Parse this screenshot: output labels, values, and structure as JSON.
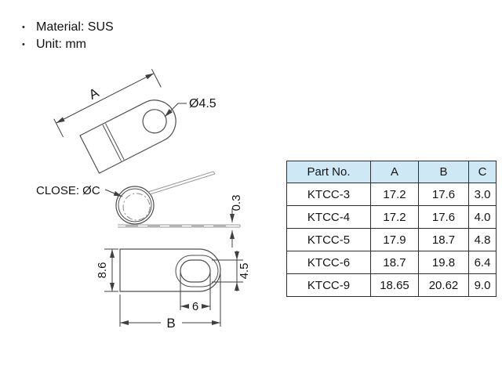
{
  "notes": {
    "bullet": "•",
    "material": "Material: SUS",
    "unit": "Unit: mm"
  },
  "drawing": {
    "top_view": {
      "length_label": "A",
      "hole_label": "Ø4.5"
    },
    "side_view": {
      "close_label": "CLOSE: ØC",
      "thickness_label": "0.3"
    },
    "plan_view": {
      "height_label": "8.6",
      "slot_height_label": "4.5",
      "slot_width_label": "6",
      "width_label": "B"
    }
  },
  "table": {
    "headers": [
      "Part No.",
      "A",
      "B",
      "C"
    ],
    "rows": [
      {
        "part": "KTCC-3",
        "a": "17.2",
        "b": "17.6",
        "c": "3.0"
      },
      {
        "part": "KTCC-4",
        "a": "17.2",
        "b": "17.6",
        "c": "4.0"
      },
      {
        "part": "KTCC-5",
        "a": "17.9",
        "b": "18.7",
        "c": "4.8"
      },
      {
        "part": "KTCC-6",
        "a": "18.7",
        "b": "19.8",
        "c": "6.4"
      },
      {
        "part": "KTCC-9",
        "a": "18.65",
        "b": "20.62",
        "c": "9.0"
      }
    ]
  },
  "colors": {
    "header_bg": "#cfe8f6",
    "outline": "#4d4d4d",
    "dimension": "#3f3f3f",
    "strip": "#9a9a9a",
    "page_bg": "#ffffff"
  }
}
